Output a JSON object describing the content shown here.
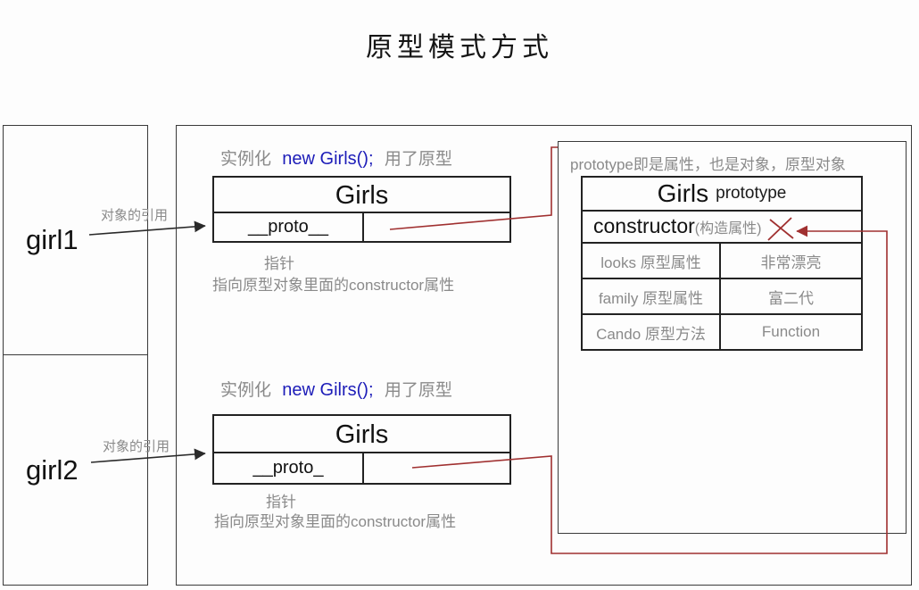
{
  "title": "原型模式方式",
  "instances": {
    "girl1": "girl1",
    "girl2": "girl2"
  },
  "section1": {
    "caption_prefix": "实例化",
    "caption_code": "new Girls();",
    "caption_suffix": "用了原型",
    "box_title": "Girls",
    "proto_label": "__proto__",
    "pointer_label": "指针",
    "pointer_desc": "指向原型对象里面的constructor属性",
    "arrow_label": "对象的引用"
  },
  "section2": {
    "caption_prefix": "实例化",
    "caption_code": "new Gilrs();",
    "caption_suffix": "用了原型",
    "box_title": "Girls",
    "proto_label": "__proto_",
    "pointer_label": "指针",
    "pointer_desc": "指向原型对象里面的constructor属性",
    "arrow_label": "对象的引用"
  },
  "prototype_panel": {
    "note": "prototype即是属性，也是对象，原型对象",
    "table": {
      "header_main": "Girls",
      "header_sub": "prototype",
      "constructor_label": "constructor",
      "constructor_sub": "(构造属性)",
      "rows": [
        {
          "key": "looks 原型属性",
          "value": "非常漂亮"
        },
        {
          "key": "family 原型属性",
          "value": "富二代"
        },
        {
          "key": "Cando 原型方法",
          "value": "Function"
        }
      ]
    }
  },
  "colors": {
    "code_blue": "#1c1cb8",
    "annotation_gray": "#8a8a8a",
    "connector_red": "#a03030",
    "line_black": "#2a2a2a"
  }
}
